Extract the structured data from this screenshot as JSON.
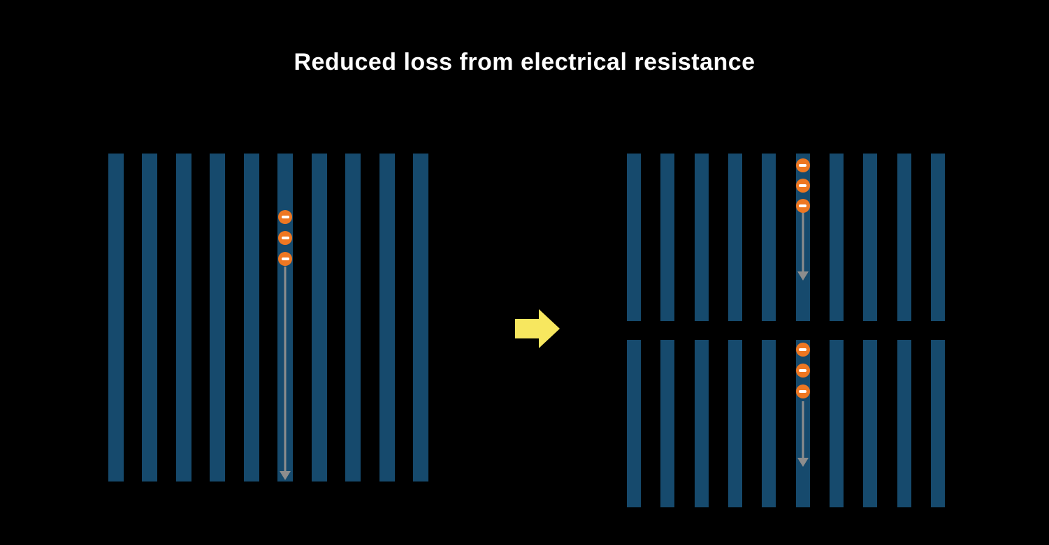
{
  "title": "Reduced loss from electrical resistance",
  "colors": {
    "background": "#000000",
    "title_text": "#ffffff",
    "cell_bar": "#164a6d",
    "electron_fill": "#ee7722",
    "electron_minus": "#ffffff",
    "current_arrow": "#8d8d8d",
    "transition_arrow": "#f7e75f"
  },
  "icons": {
    "electron": "minus-circle-icon",
    "current_flow": "down-arrow-icon",
    "transition": "right-block-arrow-icon"
  },
  "panels": [
    {
      "id": "full-cell",
      "bar_count": 10,
      "electron_bar_index": 5,
      "electron_count": 3
    },
    {
      "id": "half-cell-top",
      "bar_count": 10,
      "electron_bar_index": 5,
      "electron_count": 3
    },
    {
      "id": "half-cell-bottom",
      "bar_count": 10,
      "electron_bar_index": 5,
      "electron_count": 3
    }
  ]
}
